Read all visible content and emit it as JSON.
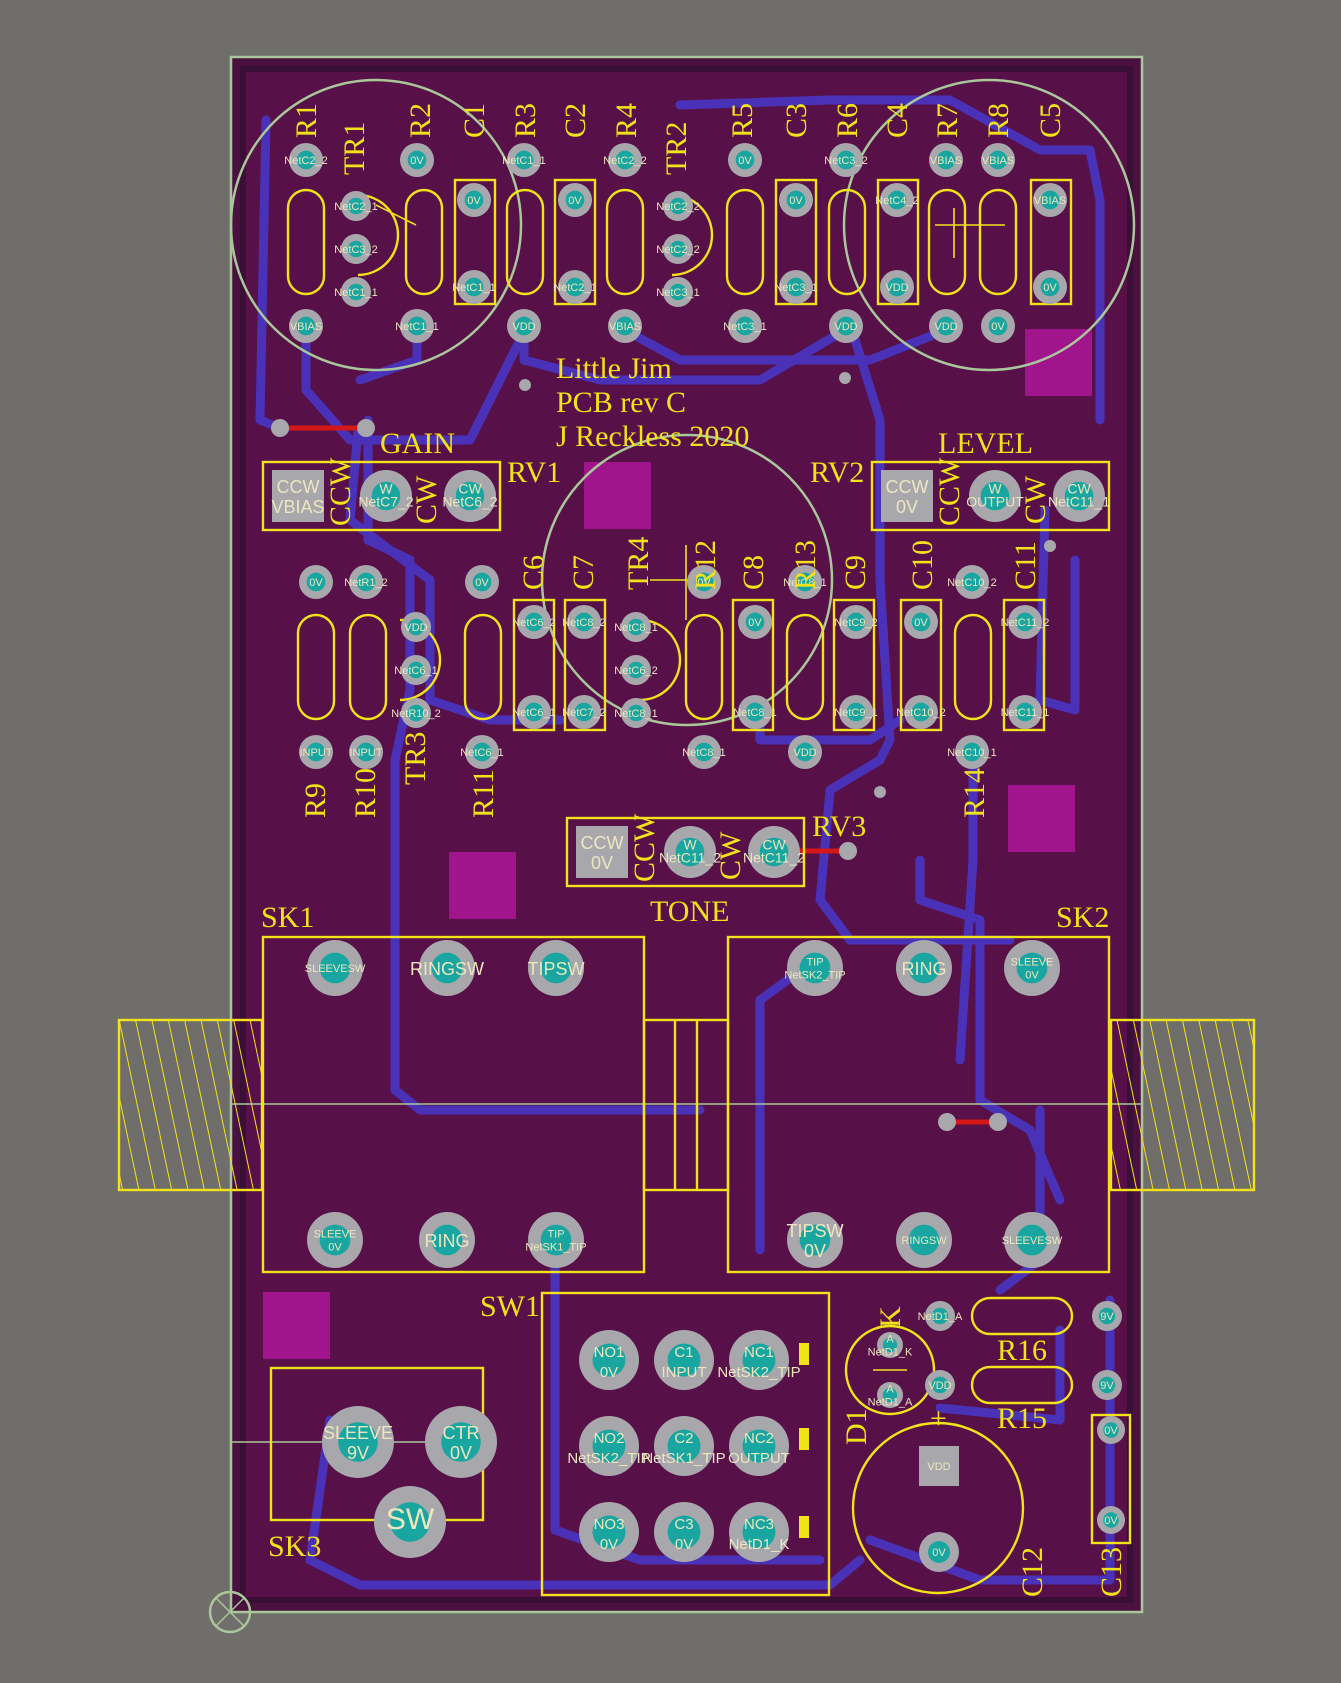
{
  "board": {
    "colors": {
      "background": "#6f6e6b",
      "board_fill": "#4a1040",
      "silkscreen": "#f2e21a",
      "trace": "#4a32b8",
      "pad": "#a8a8ac",
      "pad_core": "#1aa6a0",
      "jumper": "#d41818",
      "keepout": "#a0148c",
      "outline": "#a9c79a"
    },
    "title_lines": [
      "Little Jim",
      "PCB rev C",
      "J Reckless 2020"
    ]
  },
  "top_row": {
    "refs": [
      "R1",
      "TR1",
      "R2",
      "C1",
      "R3",
      "C2",
      "R4",
      "TR2",
      "R5",
      "C3",
      "R6",
      "C4",
      "R7",
      "R8",
      "C5"
    ],
    "nets_top": [
      "NetC2_2",
      "",
      "0V",
      "0V",
      "NetC1_1",
      "0V",
      "NetC2_2",
      "",
      "0V",
      "0V",
      "NetC3_2",
      "NetC4_2",
      "VBIAS",
      "VBIAS",
      "VBIAS"
    ],
    "nets_bottom": [
      "VBIAS",
      "",
      "NetC1_1",
      "NetC1_1",
      "VDD",
      "NetC2_1",
      "VBIAS",
      "",
      "NetC3_1",
      "NetC3_1",
      "VDD",
      "VDD",
      "VDD",
      "0V",
      "0V"
    ],
    "tr1_pins": [
      "NetC2_1",
      "NetC3_2",
      "NetC1_1"
    ],
    "tr2_pins": [
      "NetC2_2",
      "NetC2_2",
      "NetC3_1"
    ]
  },
  "pots": {
    "rv1": {
      "ref": "RV1",
      "caption": "GAIN",
      "pin1": "CCW",
      "pin1_net": "VBIAS",
      "pin2_net": "NetC7_2",
      "pin3_net": "NetC6_2",
      "ccw": "CCW",
      "w": "W",
      "cw": "CW"
    },
    "rv2": {
      "ref": "RV2",
      "caption": "LEVEL",
      "pin1": "CCW",
      "pin1_net": "0V",
      "pin2_net": "OUTPUT",
      "pin3_net": "NetC11_1",
      "ccw": "CCW",
      "w": "W",
      "cw": "CW"
    },
    "rv3": {
      "ref": "RV3",
      "caption": "TONE",
      "pin1": "CCW",
      "pin1_net": "0V",
      "pin2_net": "NetC11_2",
      "pin3_net": "NetC11_2",
      "ccw": "CCW",
      "w": "W",
      "cw": "CW"
    }
  },
  "mid_row": {
    "refs_bottom": [
      "R9",
      "R10",
      "TR3",
      "R11",
      "R14"
    ],
    "refs_top": [
      "C6",
      "C7",
      "TR4",
      "R12",
      "C8",
      "R13",
      "C9",
      "C10",
      "C11"
    ],
    "nets_top": [
      "0V",
      "NetR1_2",
      "0V",
      "NetC6_2",
      "NetC8_2",
      "0V",
      "0V",
      "NetC8_1",
      "NetC9_2",
      "0V",
      "NetC10_2",
      "NetC11_2"
    ],
    "nets_bottom": [
      "INPUT",
      "INPUT",
      "NetC6_1",
      "NetC6_1",
      "NetC7_2",
      "NetC8_1",
      "NetC8_1",
      "VDD",
      "NetC9_1",
      "NetC10_2",
      "NetC10_1",
      "NetC11_1"
    ],
    "tr3_pins": [
      "VDD",
      "NetC6_1",
      "NetR10_2"
    ],
    "tr4_pins": [
      "NetC8_1",
      "NetC6_2",
      "NetC8_1"
    ]
  },
  "jacks": {
    "sk1": {
      "ref": "SK1",
      "pins_top": [
        "SLEEVESW",
        "RINGSW",
        "TIPSW"
      ],
      "pins_bottom": [
        "SLEEVE",
        "RING",
        "TIP"
      ],
      "pins_bottom_net": [
        "0V",
        "",
        "NetSK1_TIP"
      ]
    },
    "sk2": {
      "ref": "SK2",
      "pins_top": [
        "TIP",
        "RING",
        "SLEEVE"
      ],
      "pins_top_net": [
        "NetSK2_TIP",
        "",
        "0V"
      ],
      "pins_bottom": [
        "TIPSW",
        "RINGSW",
        "SLEEVESW"
      ],
      "pins_bottom_net": [
        "0V",
        "",
        ""
      ]
    },
    "sk3": {
      "ref": "SK3",
      "pins": [
        "SLEEVE",
        "CTR",
        "SW"
      ],
      "pins_net": [
        "9V",
        "0V",
        ""
      ]
    }
  },
  "switch": {
    "ref": "SW1",
    "pads": [
      [
        "NO1",
        "0V"
      ],
      [
        "C1",
        "INPUT"
      ],
      [
        "NC1",
        "NetSK2_TIP"
      ],
      [
        "NO2",
        "NetSK2_TIP"
      ],
      [
        "C2",
        "NetSK1_TIP"
      ],
      [
        "NC2",
        "OUTPUT"
      ],
      [
        "NO3",
        "0V"
      ],
      [
        "C3",
        "0V"
      ],
      [
        "NC3",
        "NetD1_K"
      ]
    ]
  },
  "power": {
    "d1": {
      "ref": "D1",
      "k": "K",
      "pin_k": "NetD1_K",
      "pin_a": "NetD1_A"
    },
    "r15": {
      "ref": "R15",
      "left": "VDD",
      "right": "9V"
    },
    "r16": {
      "ref": "R16",
      "left": "NetD1_A",
      "right": "9V"
    },
    "c12": {
      "ref": "C12",
      "plus": "+",
      "pin1": "VDD",
      "pin2": "0V"
    },
    "c13": {
      "ref": "C13",
      "pin1": "0V",
      "pin2": "0V"
    }
  }
}
